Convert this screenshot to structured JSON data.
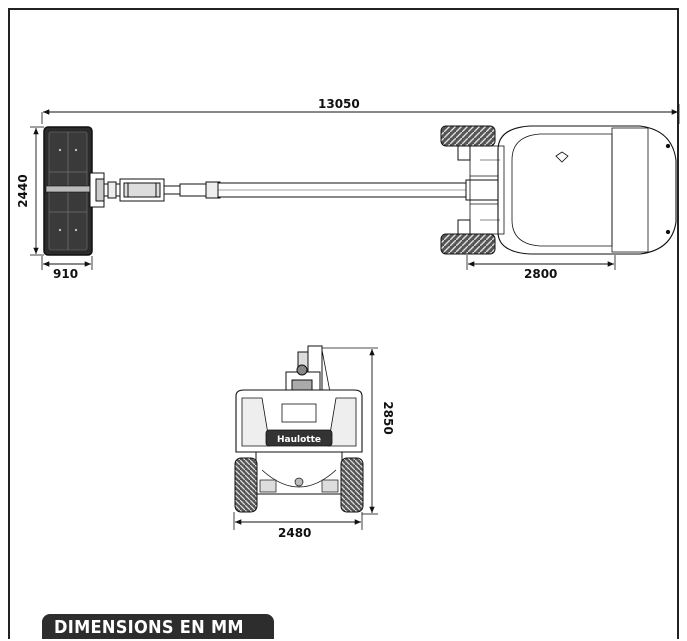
{
  "top_view": {
    "overall_length": "13050",
    "platform_width": "2440",
    "platform_depth": "910",
    "wheelbase": "2800"
  },
  "front_view": {
    "height": "2850",
    "width": "2480",
    "brand": "Haulotte"
  },
  "caption": "DIMENSIONS EN MM",
  "colors": {
    "frame": "#222222",
    "badge": "#2d2d2d",
    "line": "#111111"
  }
}
